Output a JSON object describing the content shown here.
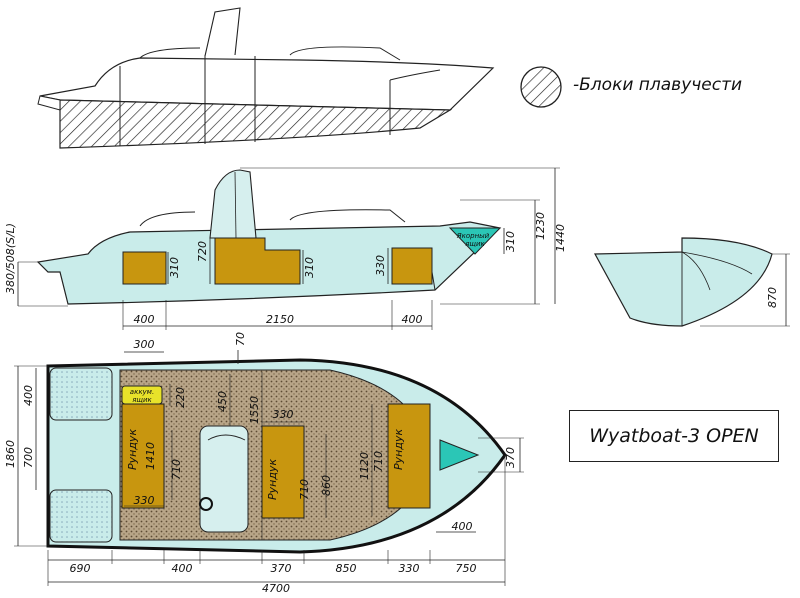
{
  "title": "Wyatboat-3 OPEN",
  "legend": {
    "label": "-Блоки плавучести"
  },
  "side_view": {
    "dims": {
      "height_total": "1440",
      "height_top": "1230",
      "transom": "380/508(S/L)",
      "seat_height": "720",
      "block_left": "310",
      "block_mid": "310",
      "block_right": "330",
      "anchor_box": "310",
      "len_left": "400",
      "len_mid": "2150",
      "len_right": "400"
    },
    "anchor_label_1": "Якорный",
    "anchor_label_2": "ящик"
  },
  "section_view": {
    "dims": {
      "height": "870"
    }
  },
  "plan_view": {
    "dims": {
      "width_total": "1860",
      "stern_top": "400",
      "stern_mid": "700",
      "top_300": "300",
      "top_70": "70",
      "d220": "220",
      "d450": "450",
      "d1550": "1550",
      "d330_top": "330",
      "d1410": "1410",
      "d710_left": "710",
      "d330_left": "330",
      "d710_mid": "710",
      "d860": "860",
      "d1120": "1120",
      "d710_right": "710",
      "bow_370": "370",
      "bow_400": "400",
      "b690": "690",
      "b400": "400",
      "b370": "370",
      "b850": "850",
      "b330": "330",
      "b750": "750",
      "total_length": "4700"
    },
    "labels": {
      "battery_1": "аккум.",
      "battery_2": "ящик",
      "locker": "Рундук"
    }
  }
}
